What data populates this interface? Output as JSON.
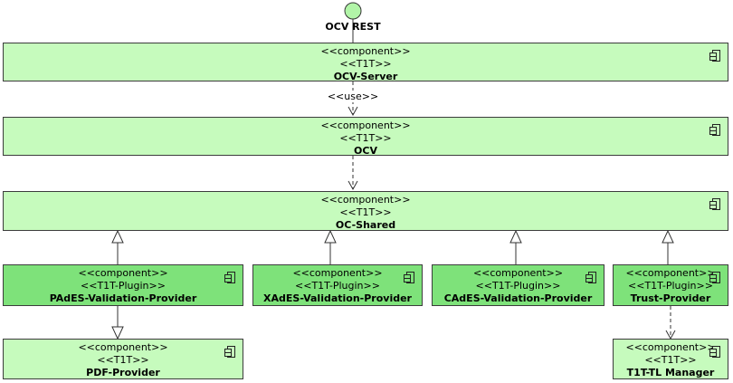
{
  "interface": {
    "name": "OCV REST"
  },
  "connectors": {
    "use_label": "<<use>>"
  },
  "components": {
    "ocv_server": {
      "stereotype": "<<component>>",
      "tag": "<<T1T>>",
      "name": "OCV-Server"
    },
    "ocv": {
      "stereotype": "<<component>>",
      "tag": "<<T1T>>",
      "name": "OCV"
    },
    "oc_shared": {
      "stereotype": "<<component>>",
      "tag": "<<T1T>>",
      "name": "OC-Shared"
    },
    "pades": {
      "stereotype": "<<component>>",
      "tag": "<<T1T-Plugin>>",
      "name": "PAdES-Validation-Provider"
    },
    "xades": {
      "stereotype": "<<component>>",
      "tag": "<<T1T-Plugin>>",
      "name": "XAdES-Validation-Provider"
    },
    "cades": {
      "stereotype": "<<component>>",
      "tag": "<<T1T-Plugin>>",
      "name": "CAdES-Validation-Provider"
    },
    "trust": {
      "stereotype": "<<component>>",
      "tag": "<<T1T-Plugin>>",
      "name": "Trust-Provider"
    },
    "pdf": {
      "stereotype": "<<component>>",
      "tag": "<<T1T>>",
      "name": "PDF-Provider"
    },
    "tl_manager": {
      "stereotype": "<<component>>",
      "tag": "<<T1T>>",
      "name": "T1T-TL Manager"
    }
  },
  "colors": {
    "light_fill": "#c6fbbd",
    "dark_fill": "#7ee27a",
    "interface_fill": "#b2f5a8",
    "border": "#3c3c3c"
  }
}
